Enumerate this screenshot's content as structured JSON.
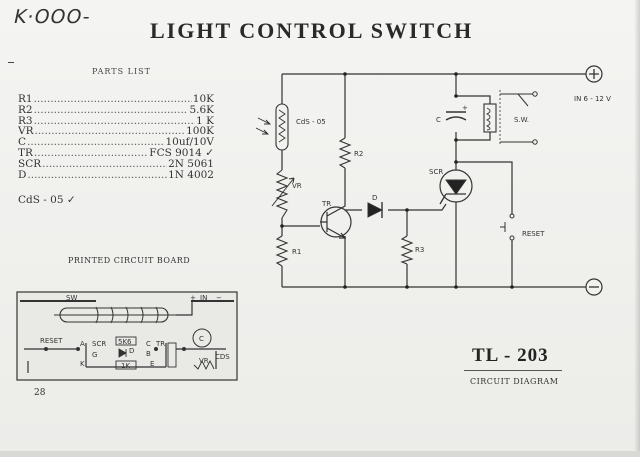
{
  "header": {
    "scribble": "K·OOO-",
    "title": "LIGHT  CONTROL  SWITCH"
  },
  "parts_list": {
    "heading": "PARTS LIST",
    "items": [
      {
        "name": "R1",
        "value": "10K"
      },
      {
        "name": "R2",
        "value": "5.6K"
      },
      {
        "name": "R3",
        "value": "1 K"
      },
      {
        "name": "VR",
        "value": "100K"
      },
      {
        "name": "C",
        "value": "10uf/10V"
      },
      {
        "name": "TR",
        "value": "FCS 9014 ✓"
      },
      {
        "name": "SCR",
        "value": "2N 5061"
      },
      {
        "name": "D",
        "value": "1N 4002"
      }
    ],
    "cds": "CdS - 05 ✓"
  },
  "pcb": {
    "heading": "PRINTED  CIRCUIT  BOARD",
    "labels": {
      "sw": "SW",
      "in_plus": "+",
      "in": "IN",
      "in_minus": "−",
      "reset": "RESET",
      "a": "A",
      "scr": "SCR",
      "g": "G",
      "k": "K",
      "r2": "5K6",
      "d": "D",
      "r1": "1K",
      "c": "C",
      "tr": "TR",
      "b": "B",
      "e": "E",
      "vr": "VR",
      "cds": "CDS",
      "cap_mark": "C"
    }
  },
  "schematic": {
    "labels": {
      "cds": "CdS - 05",
      "r2": "R2",
      "vr": "VR",
      "r1": "R1",
      "tr": "TR",
      "d": "D",
      "r3": "R3",
      "c": "C",
      "sw": "S.W.",
      "scr": "SCR",
      "reset": "RESET",
      "input": "IN 6 - 12 V"
    }
  },
  "footer": {
    "model": "TL - 203",
    "caption": "CIRCUIT DIAGRAM",
    "page_number": "28"
  }
}
